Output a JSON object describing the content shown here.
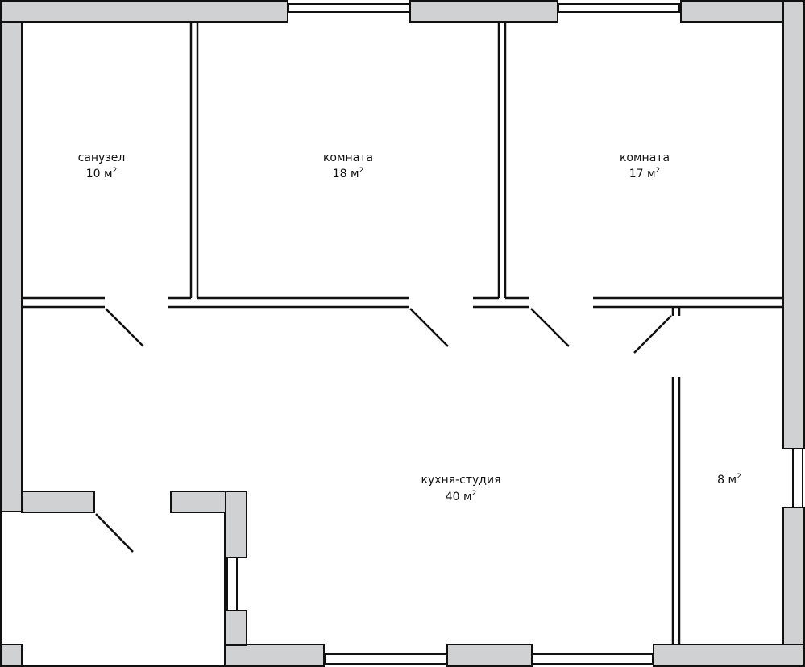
{
  "colors": {
    "wall_fill": "#cfd1d2",
    "wall_stroke": "#111111",
    "background": "#ffffff"
  },
  "rooms": [
    {
      "name": "санузел",
      "area_value": "10 м",
      "area_sup": "2"
    },
    {
      "name": "комната",
      "area_value": "18 м",
      "area_sup": "2"
    },
    {
      "name": "комната",
      "area_value": "17 м",
      "area_sup": "2"
    },
    {
      "name": "кухня-студия",
      "area_value": "40 м",
      "area_sup": "2"
    },
    {
      "name": "",
      "area_value": "8 м",
      "area_sup": "2"
    }
  ]
}
